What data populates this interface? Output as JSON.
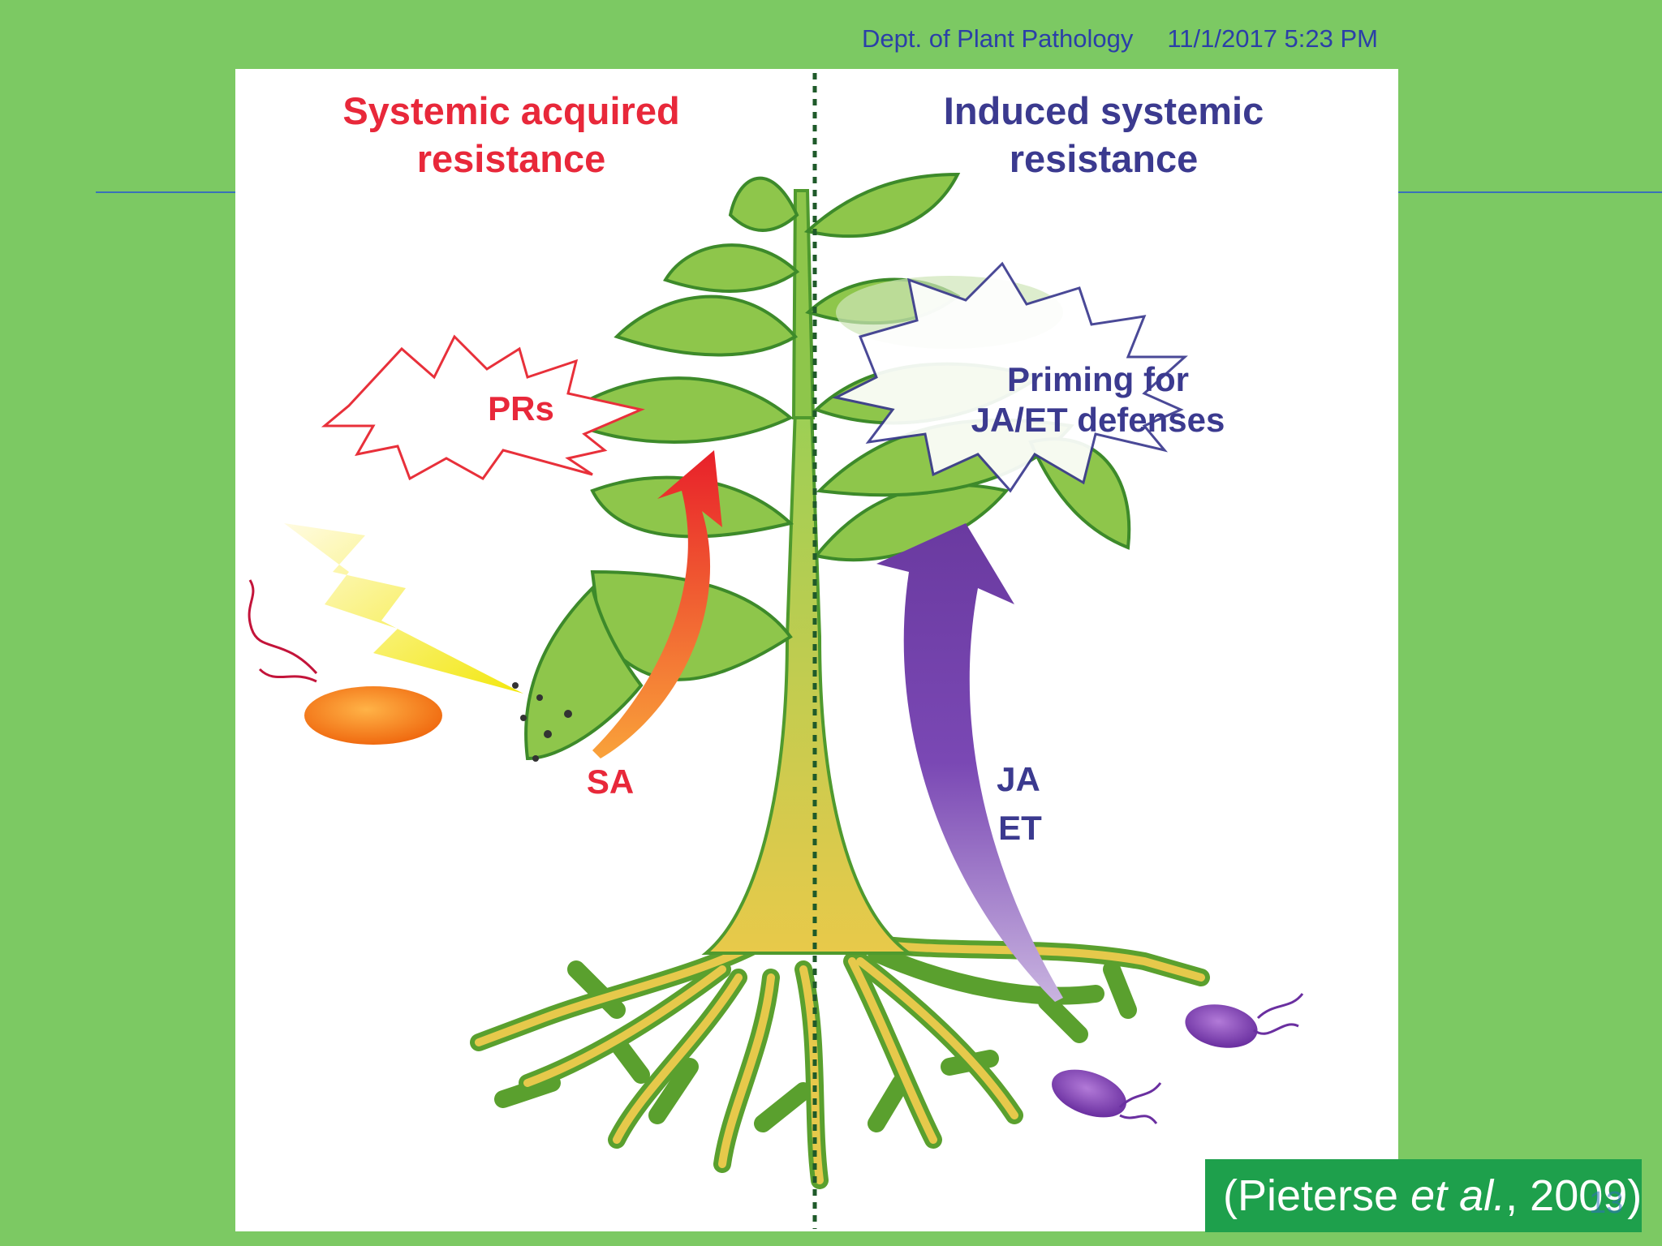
{
  "header": {
    "department": "Dept. of Plant Pathology",
    "datetime": "11/1/2017 5:23 PM"
  },
  "figure": {
    "left_title_line1": "Systemic acquired",
    "left_title_line2": "resistance",
    "right_title_line1": "Induced systemic",
    "right_title_line2": "resistance",
    "left_burst_label": "PRs",
    "right_burst_line1": "Priming for",
    "right_burst_line2": "JA/ET defenses",
    "left_signal": "SA",
    "right_signal_line1": "JA",
    "right_signal_line2": "ET",
    "colors": {
      "left_accent": "#e8283a",
      "right_accent": "#3b3a8f",
      "plant": "#8ec64b",
      "outline": "#3d8a2a",
      "sa_arrow": "#f04a1c",
      "jasmonate_arrow": "#6a3aa0"
    }
  },
  "citation": {
    "open": "(Pieterse ",
    "italic": "et al.",
    "close": ", 2009)"
  },
  "slide_number": "13"
}
